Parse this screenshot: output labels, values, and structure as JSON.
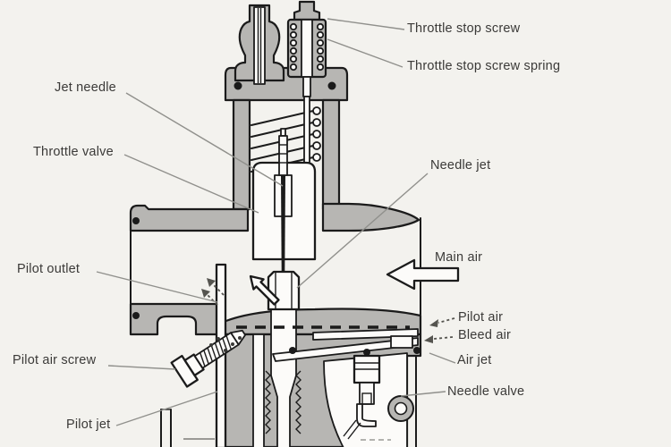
{
  "figure": {
    "kind": "carburetor-cross-section-diagram"
  },
  "colors": {
    "paper": "#f3f2ee",
    "ink": "#1b1b1b",
    "metal_gray": "#b7b6b3",
    "white_part": "#fcfbf9",
    "leader_line": "#90908c",
    "label_text": "#3b3a38"
  },
  "labels": [
    {
      "id": "throttle-stop-screw",
      "text": "Throttle stop screw"
    },
    {
      "id": "throttle-stop-screw-spring",
      "text": "Throttle stop screw spring"
    },
    {
      "id": "jet-needle",
      "text": "Jet needle"
    },
    {
      "id": "throttle-valve",
      "text": "Throttle valve"
    },
    {
      "id": "needle-jet",
      "text": "Needle jet"
    },
    {
      "id": "main-air",
      "text": "Main air"
    },
    {
      "id": "pilot-outlet",
      "text": "Pilot outlet"
    },
    {
      "id": "pilot-air",
      "text": "Pilot air"
    },
    {
      "id": "bleed-air",
      "text": "Bleed air"
    },
    {
      "id": "air-jet",
      "text": "Air jet"
    },
    {
      "id": "needle-valve",
      "text": "Needle valve"
    },
    {
      "id": "pilot-air-screw",
      "text": "Pilot air screw"
    },
    {
      "id": "pilot-jet",
      "text": "Pilot jet"
    }
  ]
}
